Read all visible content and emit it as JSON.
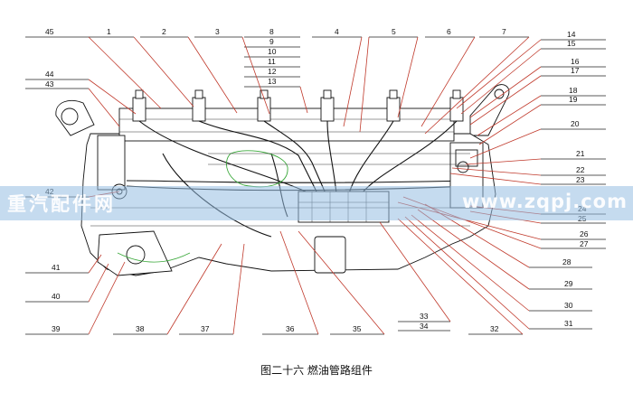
{
  "caption": "图二十六 燃油管路组件",
  "watermark": {
    "left_text": "重汽配件网",
    "right_text": "www.zqpj.com",
    "band_color": "#96bee1"
  },
  "callouts": [
    "1",
    "2",
    "3",
    "4",
    "5",
    "6",
    "7",
    "8",
    "9",
    "10",
    "11",
    "12",
    "13",
    "14",
    "15",
    "16",
    "17",
    "18",
    "19",
    "20",
    "21",
    "22",
    "23",
    "24",
    "25",
    "26",
    "27",
    "28",
    "29",
    "30",
    "31",
    "32",
    "33",
    "34",
    "35",
    "36",
    "37",
    "38",
    "39",
    "40",
    "41",
    "42",
    "43",
    "44",
    "45"
  ],
  "leader_color": "#c0392b"
}
